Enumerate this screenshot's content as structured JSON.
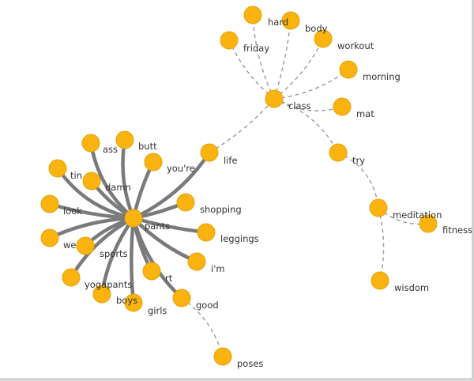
{
  "colors": {
    "node_fill": "#fbb40f",
    "node_stroke": "#e2a20a",
    "solid_edge": "#7a7a7a",
    "dashed_edge": "#9a9a9a",
    "label_text": "#333333"
  },
  "graph": {
    "nodes": [
      {
        "id": "pants",
        "label": "pants"
      },
      {
        "id": "ass",
        "label": "ass"
      },
      {
        "id": "butt",
        "label": "butt"
      },
      {
        "id": "youre",
        "label": "you're"
      },
      {
        "id": "tin",
        "label": "tin"
      },
      {
        "id": "damn",
        "label": "damn"
      },
      {
        "id": "look",
        "label": "look"
      },
      {
        "id": "life",
        "label": "life"
      },
      {
        "id": "shopping",
        "label": "shopping"
      },
      {
        "id": "leggings",
        "label": "leggings"
      },
      {
        "id": "we",
        "label": "we"
      },
      {
        "id": "sports",
        "label": "sports"
      },
      {
        "id": "im",
        "label": "i'm"
      },
      {
        "id": "rt",
        "label": "rt"
      },
      {
        "id": "yogapants",
        "label": "yogapants"
      },
      {
        "id": "boys",
        "label": "boys"
      },
      {
        "id": "girls",
        "label": "girls"
      },
      {
        "id": "good",
        "label": "good"
      },
      {
        "id": "poses",
        "label": "poses"
      },
      {
        "id": "class",
        "label": "class"
      },
      {
        "id": "hard",
        "label": "hard"
      },
      {
        "id": "body",
        "label": "body"
      },
      {
        "id": "friday",
        "label": "friday"
      },
      {
        "id": "workout",
        "label": "workout"
      },
      {
        "id": "morning",
        "label": "morning"
      },
      {
        "id": "mat",
        "label": "mat"
      },
      {
        "id": "try",
        "label": "try"
      },
      {
        "id": "meditation",
        "label": "meditation"
      },
      {
        "id": "fitness",
        "label": "fitness"
      },
      {
        "id": "wisdom",
        "label": "wisdom"
      }
    ],
    "edges": [
      {
        "source": "pants",
        "target": "ass",
        "style": "solid"
      },
      {
        "source": "pants",
        "target": "butt",
        "style": "solid"
      },
      {
        "source": "pants",
        "target": "youre",
        "style": "solid"
      },
      {
        "source": "pants",
        "target": "tin",
        "style": "solid"
      },
      {
        "source": "pants",
        "target": "damn",
        "style": "solid"
      },
      {
        "source": "pants",
        "target": "look",
        "style": "solid"
      },
      {
        "source": "pants",
        "target": "life",
        "style": "solid"
      },
      {
        "source": "pants",
        "target": "shopping",
        "style": "solid"
      },
      {
        "source": "pants",
        "target": "leggings",
        "style": "solid"
      },
      {
        "source": "pants",
        "target": "we",
        "style": "solid"
      },
      {
        "source": "pants",
        "target": "sports",
        "style": "solid"
      },
      {
        "source": "pants",
        "target": "im",
        "style": "solid"
      },
      {
        "source": "pants",
        "target": "rt",
        "style": "solid"
      },
      {
        "source": "pants",
        "target": "yogapants",
        "style": "solid"
      },
      {
        "source": "pants",
        "target": "boys",
        "style": "solid"
      },
      {
        "source": "pants",
        "target": "girls",
        "style": "solid"
      },
      {
        "source": "pants",
        "target": "good",
        "style": "solid"
      },
      {
        "source": "good",
        "target": "poses",
        "style": "dashed"
      },
      {
        "source": "life",
        "target": "class",
        "style": "dashed"
      },
      {
        "source": "class",
        "target": "hard",
        "style": "dashed"
      },
      {
        "source": "class",
        "target": "body",
        "style": "dashed"
      },
      {
        "source": "class",
        "target": "friday",
        "style": "dashed"
      },
      {
        "source": "class",
        "target": "workout",
        "style": "dashed"
      },
      {
        "source": "class",
        "target": "morning",
        "style": "dashed"
      },
      {
        "source": "class",
        "target": "mat",
        "style": "dashed"
      },
      {
        "source": "class",
        "target": "try",
        "style": "dashed"
      },
      {
        "source": "try",
        "target": "meditation",
        "style": "dashed"
      },
      {
        "source": "meditation",
        "target": "fitness",
        "style": "dashed"
      },
      {
        "source": "meditation",
        "target": "wisdom",
        "style": "dashed"
      }
    ]
  }
}
